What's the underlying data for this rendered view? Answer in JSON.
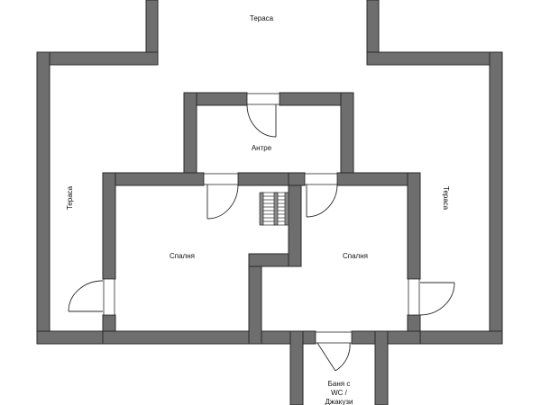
{
  "rooms": {
    "terrace_top": "Тераса",
    "terrace_left": "Тераса",
    "terrace_right": "Тераса",
    "hall": "Антре",
    "bedroom_left": "Спалня",
    "bedroom_right": "Спалня",
    "bath_line1": "Баня с",
    "bath_line2": "WC /",
    "bath_line3": "Джакузи"
  },
  "colors": {
    "wall_fill": "#6e6e6e",
    "wall_stroke": "#2a2a2a",
    "background": "#ffffff"
  }
}
